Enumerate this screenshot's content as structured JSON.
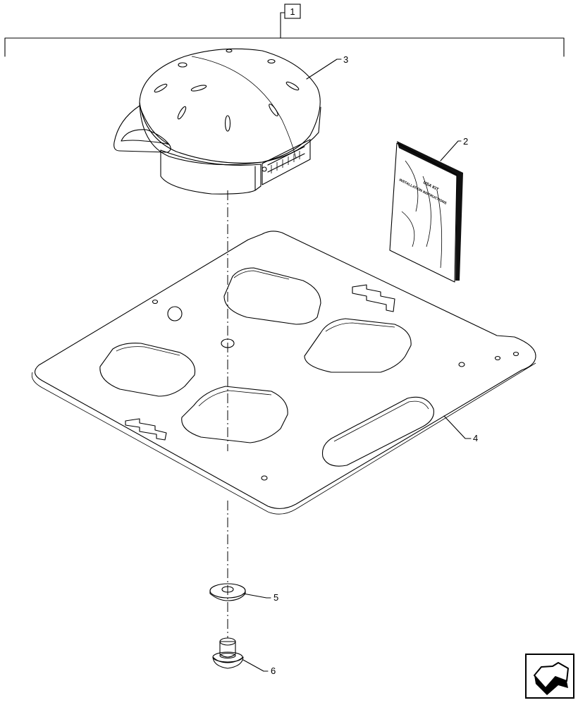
{
  "callouts": {
    "c1": "1",
    "c2": "2",
    "c3": "3",
    "c4": "4",
    "c5": "5",
    "c6": "6"
  },
  "booklet": {
    "line1": "USA KIT",
    "line2": "INSTALLATION INSTRUCTIONS"
  },
  "icons": {
    "nav": "next-page-arrow-icon"
  }
}
